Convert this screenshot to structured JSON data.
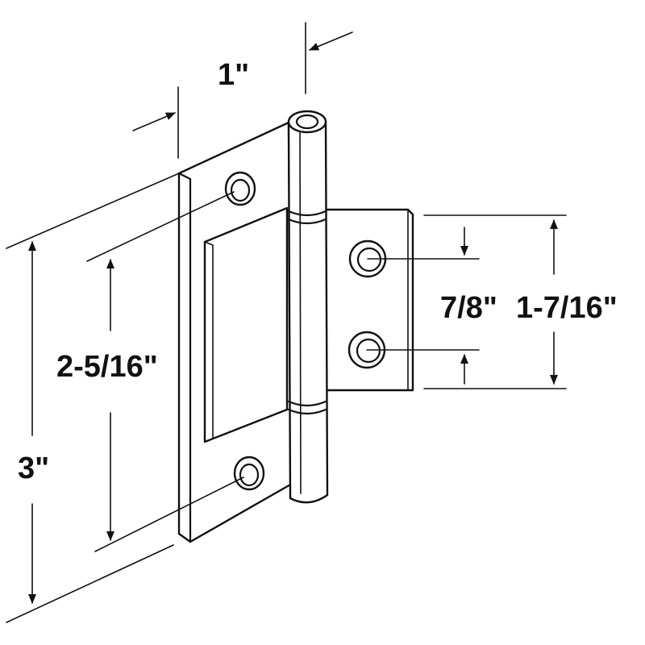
{
  "dimensions": {
    "width_label": "1\"",
    "overall_height_label": "3\"",
    "leaf_hole_spacing_label": "2-5/16\"",
    "tab_hole_spacing_label": "7/8\"",
    "tab_height_label": "1-7/16\""
  },
  "colors": {
    "line": "#111111",
    "background": "#ffffff"
  }
}
